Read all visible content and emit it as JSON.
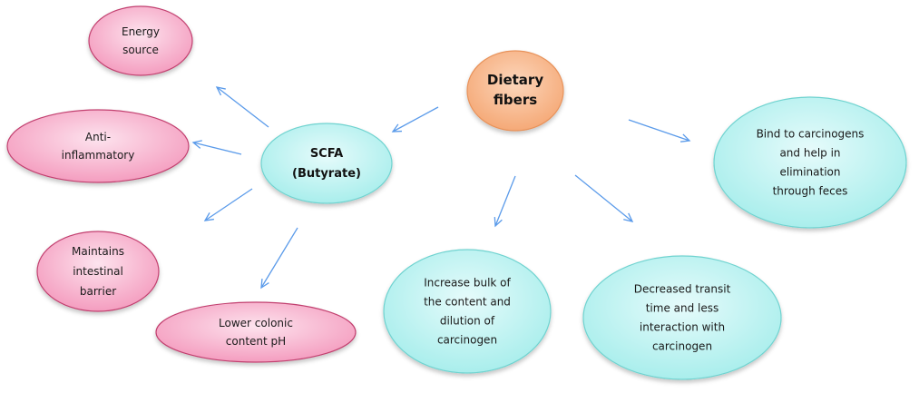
{
  "diagram": {
    "root": {
      "id": "dietary-fibers",
      "lines": [
        "Dietary",
        "fibers"
      ],
      "fill": "#f7b98e",
      "stroke": "#e8925a"
    },
    "nodes": [
      {
        "id": "scfa",
        "lines": [
          "SCFA",
          "(Butyrate)"
        ],
        "style": "cyan-bold"
      },
      {
        "id": "energy-source",
        "lines": [
          "Energy",
          "source"
        ],
        "style": "pink"
      },
      {
        "id": "anti-inflammatory",
        "lines": [
          "Anti-",
          "inflammatory"
        ],
        "style": "pink"
      },
      {
        "id": "maintains-intestinal-barrier",
        "lines": [
          "Maintains",
          "intestinal",
          "barrier"
        ],
        "style": "pink"
      },
      {
        "id": "lower-colonic-content-ph",
        "lines": [
          "Lower colonic",
          "content pH"
        ],
        "style": "pink"
      },
      {
        "id": "increase-bulk",
        "lines": [
          "Increase bulk of",
          "the content and",
          "dilution of",
          "carcinogen"
        ],
        "style": "cyan"
      },
      {
        "id": "decreased-transit",
        "lines": [
          "Decreased transit",
          "time and less",
          "interaction with",
          "carcinogen"
        ],
        "style": "cyan"
      },
      {
        "id": "bind-carcinogens",
        "lines": [
          "Bind to carcinogens",
          "and help in",
          "elimination",
          "through feces"
        ],
        "style": "cyan"
      }
    ],
    "edges": [
      {
        "from": "dietary-fibers",
        "to": "scfa"
      },
      {
        "from": "dietary-fibers",
        "to": "bind-carcinogens"
      },
      {
        "from": "dietary-fibers",
        "to": "increase-bulk"
      },
      {
        "from": "dietary-fibers",
        "to": "decreased-transit"
      },
      {
        "from": "scfa",
        "to": "energy-source"
      },
      {
        "from": "scfa",
        "to": "anti-inflammatory"
      },
      {
        "from": "scfa",
        "to": "maintains-intestinal-barrier"
      },
      {
        "from": "scfa",
        "to": "lower-colonic-content-ph"
      }
    ],
    "colors": {
      "pink_fill": "#f7a9c6",
      "pink_stroke": "#c2406f",
      "cyan_fill": "#c6f3f3",
      "cyan_stroke": "#6fd3d0",
      "arrow": "#5b9bea"
    }
  }
}
